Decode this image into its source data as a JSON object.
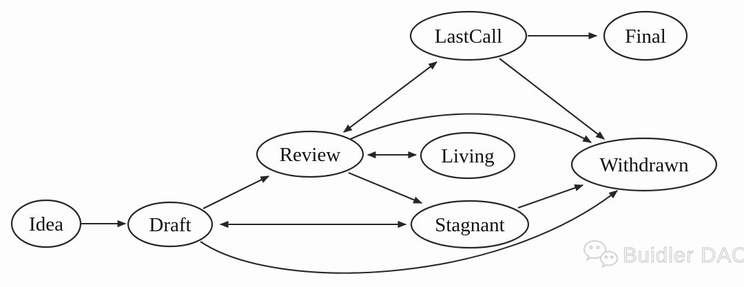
{
  "diagram": {
    "type": "state-graph",
    "nodes": [
      {
        "id": "idea",
        "label": "Idea"
      },
      {
        "id": "draft",
        "label": "Draft"
      },
      {
        "id": "review",
        "label": "Review"
      },
      {
        "id": "living",
        "label": "Living"
      },
      {
        "id": "lastcall",
        "label": "LastCall"
      },
      {
        "id": "final",
        "label": "Final"
      },
      {
        "id": "stagnant",
        "label": "Stagnant"
      },
      {
        "id": "withdrawn",
        "label": "Withdrawn"
      }
    ],
    "edges": [
      {
        "from": "Idea",
        "to": "Draft",
        "bidirectional": false
      },
      {
        "from": "Draft",
        "to": "Review",
        "bidirectional": false
      },
      {
        "from": "Draft",
        "to": "Stagnant",
        "bidirectional": true
      },
      {
        "from": "Draft",
        "to": "Withdrawn",
        "bidirectional": false
      },
      {
        "from": "Review",
        "to": "LastCall",
        "bidirectional": true
      },
      {
        "from": "Review",
        "to": "Living",
        "bidirectional": true
      },
      {
        "from": "Review",
        "to": "Stagnant",
        "bidirectional": false
      },
      {
        "from": "Review",
        "to": "Withdrawn",
        "bidirectional": false
      },
      {
        "from": "LastCall",
        "to": "Final",
        "bidirectional": false
      },
      {
        "from": "LastCall",
        "to": "Withdrawn",
        "bidirectional": false
      },
      {
        "from": "Stagnant",
        "to": "Withdrawn",
        "bidirectional": false
      }
    ],
    "colors": {
      "stroke": "#262626",
      "text": "#111111",
      "background": "#fdfdfd"
    }
  },
  "watermark": {
    "icon": "wechat-icon",
    "text": "Buidler DAO",
    "color": "#d2d2d2"
  }
}
